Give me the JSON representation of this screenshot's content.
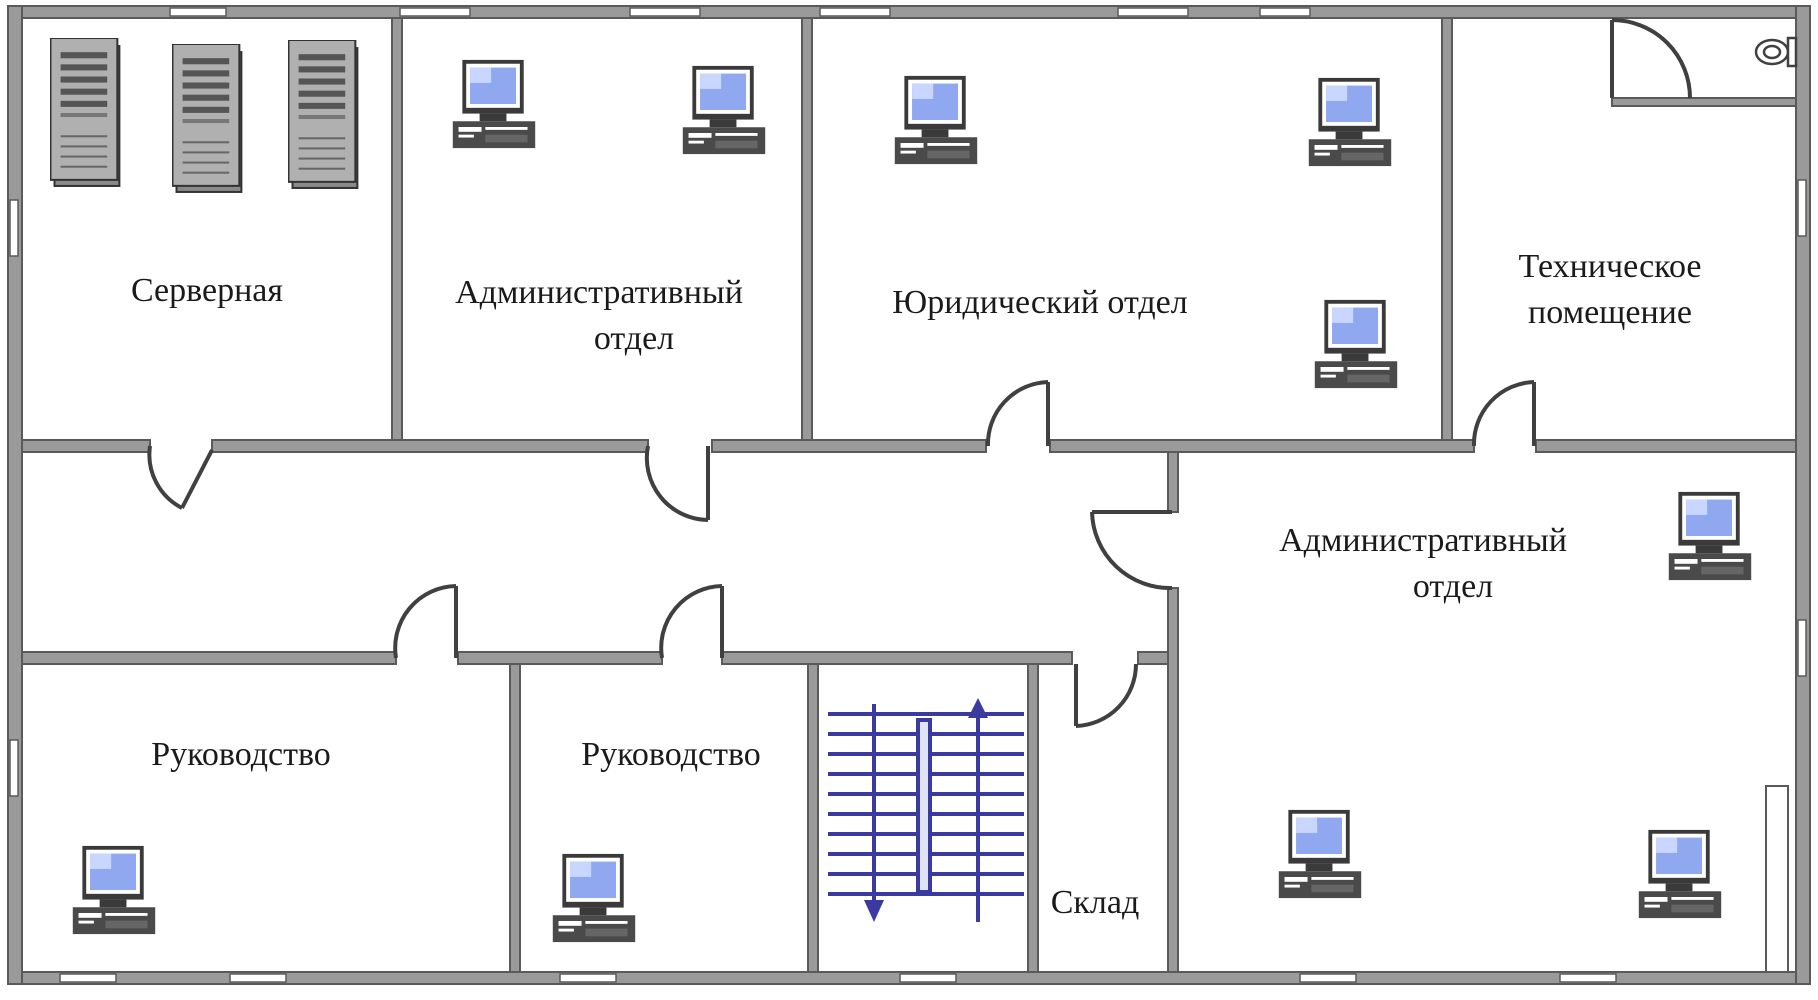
{
  "rooms": {
    "server": {
      "label": "Серверная"
    },
    "admin_top": {
      "line1": "Административный",
      "line2": "отдел"
    },
    "legal": {
      "label": "Юридический отдел"
    },
    "technical": {
      "line1": "Техническое",
      "line2": "помещение"
    },
    "admin_right": {
      "line1": "Административный",
      "line2": "отдел"
    },
    "management_left": {
      "label": "Руководство"
    },
    "management_mid": {
      "label": "Руководство"
    },
    "storage": {
      "label": "Склад"
    }
  },
  "colors": {
    "wall_fill": "#9a9a9a",
    "wall_outline": "#5a5a5a",
    "door": "#404040",
    "stairs": "#3a3aa0",
    "computer_body": "#4a4a4a",
    "computer_screen": "#8fa8f0",
    "server_body": "#8a8a8a"
  },
  "icons": {
    "computer": "computer-icon",
    "server": "server-rack-icon",
    "door": "door-icon",
    "stairs": "staircase-icon",
    "toilet": "toilet-icon"
  }
}
